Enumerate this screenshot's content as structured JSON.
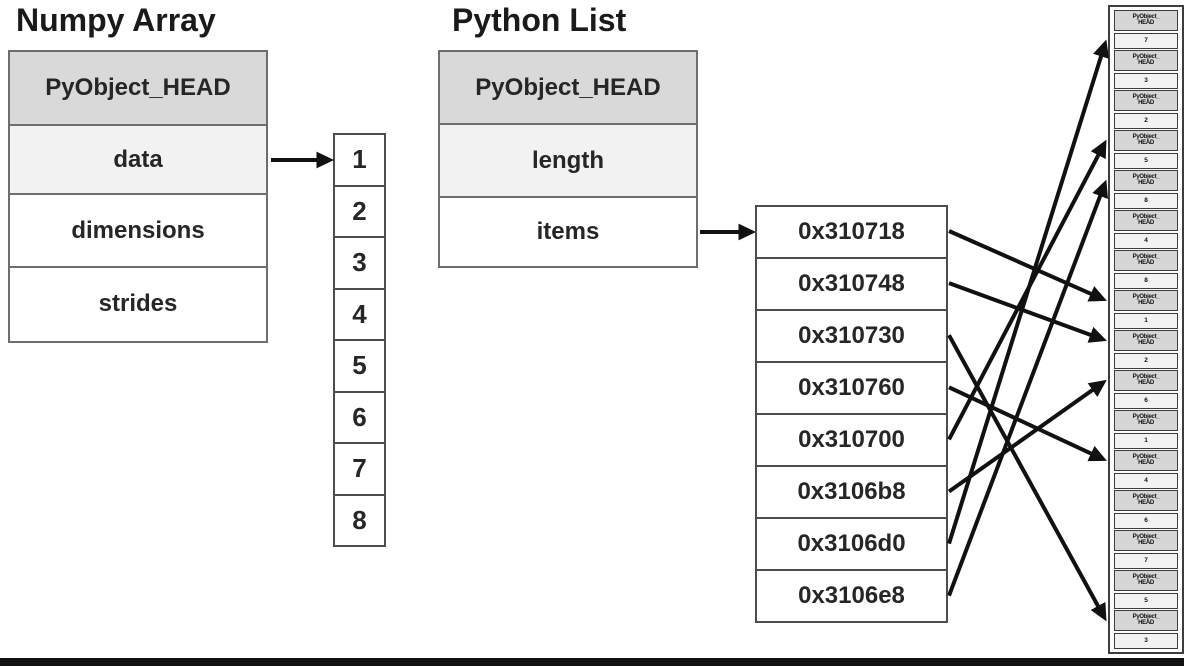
{
  "figure": {
    "numpy": {
      "title": "Numpy Array",
      "header": "PyObject_HEAD",
      "fields": [
        "data",
        "dimensions",
        "strides"
      ],
      "pointer_field": "data",
      "cells": [
        "1",
        "2",
        "3",
        "4",
        "5",
        "6",
        "7",
        "8"
      ]
    },
    "python": {
      "title": "Python List",
      "header": "PyObject_HEAD",
      "fields": [
        "length",
        "items"
      ],
      "pointer_field": "items",
      "pointers": [
        {
          "address": "0x310718",
          "target_slot": 8,
          "target_part": "header"
        },
        {
          "address": "0x310748",
          "target_slot": 9,
          "target_part": "header"
        },
        {
          "address": "0x310730",
          "target_slot": 16,
          "target_part": "header"
        },
        {
          "address": "0x310760",
          "target_slot": 12,
          "target_part": "header"
        },
        {
          "address": "0x310700",
          "target_slot": 4,
          "target_part": "header"
        },
        {
          "address": "0x3106b8",
          "target_slot": 10,
          "target_part": "header"
        },
        {
          "address": "0x3106d0",
          "target_slot": 1,
          "target_part": "value"
        },
        {
          "address": "0x3106e8",
          "target_slot": 5,
          "target_part": "header"
        }
      ]
    },
    "memory": {
      "object_header_line1": "PyObject_",
      "object_header_line2": "HEAD",
      "slots": [
        "7",
        "3",
        "2",
        "5",
        "8",
        "4",
        "8",
        "1",
        "2",
        "6",
        "1",
        "4",
        "6",
        "7",
        "5",
        "3"
      ]
    },
    "colors": {
      "header_bg": "#d9d9d9",
      "subheader_bg": "#f2f2f2",
      "cell_bg": "#ffffff",
      "border": "#6e6e6e",
      "arrow": "#111111",
      "bottom_bar": "#111111"
    }
  }
}
